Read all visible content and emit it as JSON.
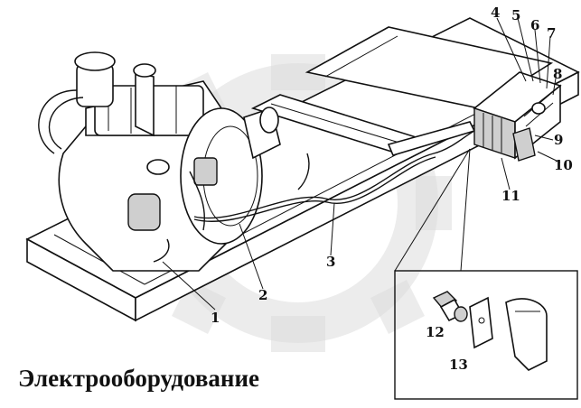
{
  "title": "Электрооборудование",
  "callouts": [
    "1",
    "2",
    "3",
    "4",
    "5",
    "6",
    "7",
    "8",
    "9",
    "10",
    "11",
    "12",
    "13"
  ],
  "colors": {
    "ink": "#111111",
    "watermark": "#dcdcdc",
    "background": "#ffffff"
  }
}
